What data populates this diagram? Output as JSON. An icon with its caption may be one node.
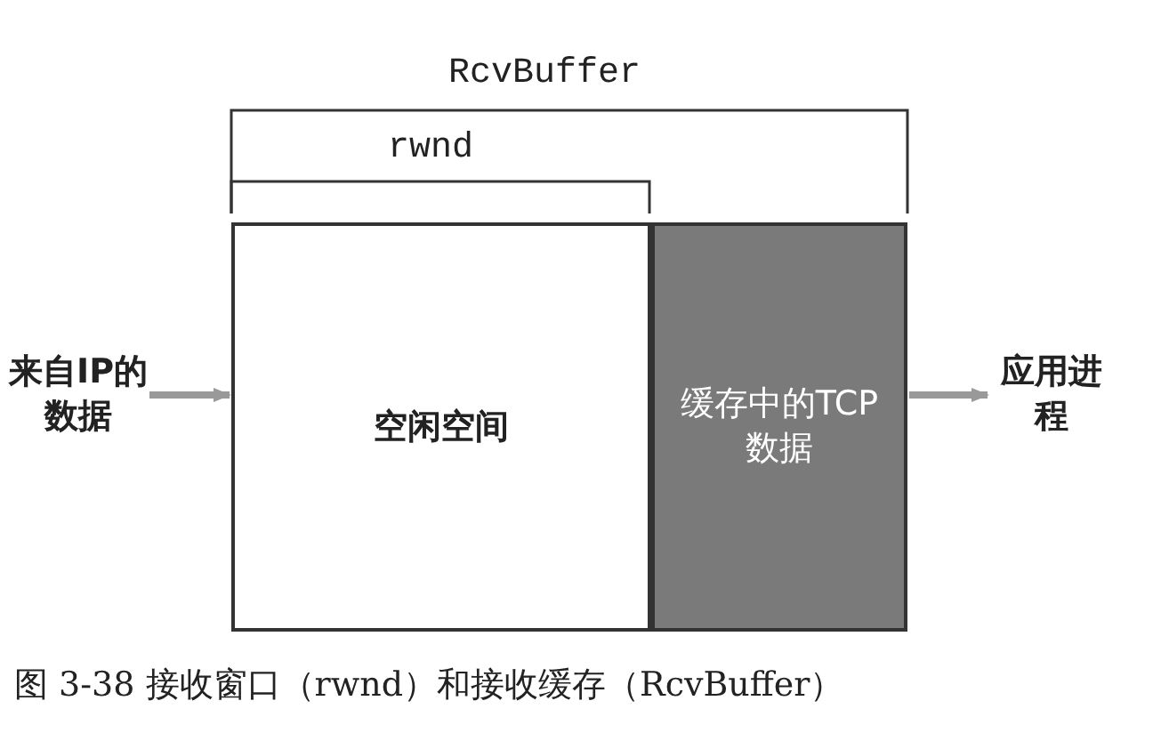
{
  "diagram": {
    "caption": "图 3-38 接收窗口（rwnd）和接收缓存（RcvBuffer）",
    "nodes": [
      {
        "text": [
          "来自IP的数据"
        ]
      },
      {
        "text": [
          "空闲空间"
        ]
      },
      {
        "text": [
          "缓存中的TCP数据"
        ]
      },
      {
        "text": [
          "应用进程"
        ]
      }
    ],
    "edges": [
      {
        "from": 0,
        "to": 1,
        "arrow": "to"
      },
      {
        "from": 2,
        "to": 3,
        "arrow": "to"
      }
    ],
    "labels": [
      "RcvBuffer",
      "rwnd"
    ]
  }
}
